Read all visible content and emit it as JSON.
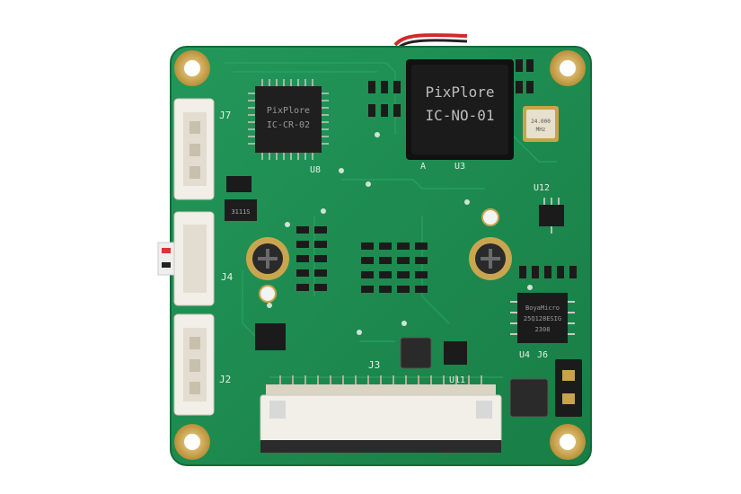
{
  "board": {
    "chip_main": {
      "line1": "PixPlore",
      "line2": "IC-NO-01",
      "ref": "U3",
      "pin1_mark": "A"
    },
    "chip_bridge": {
      "line1": "PixPlore",
      "line2": "IC-CR-02",
      "ref": "U8"
    },
    "flash": {
      "line1": "BoyaMicro",
      "line2": "25Q128ESIG",
      "line3": "2308"
    },
    "crystal": {
      "line1": "24.000",
      "line2": "MHz"
    },
    "regulator": {
      "text": "3111S"
    },
    "connector_labels": {
      "j7": "J7",
      "j4": "J4",
      "j2": "J2",
      "j3": "J3",
      "j6": "J6"
    },
    "ref_labels": {
      "u12": "U12",
      "u11": "U11",
      "u4": "U4",
      "u8": "U8",
      "u3": "U3"
    },
    "colors": {
      "pcb": "#1e8a4c",
      "pcb_edge": "#157a40",
      "gold": "#c9a24a",
      "chip": "#1b1b1b",
      "silk": "#e8efe9",
      "connector": "#f1efe8"
    }
  }
}
